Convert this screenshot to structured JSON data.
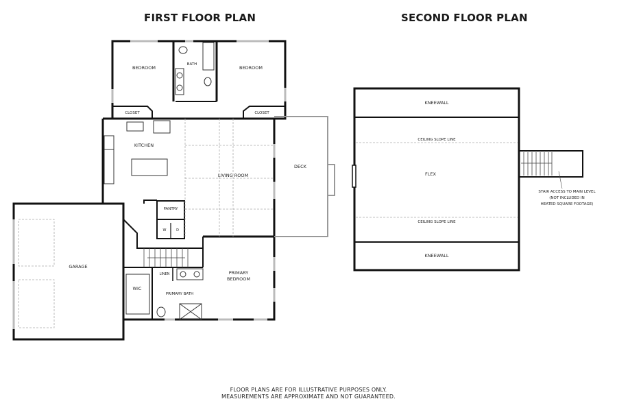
{
  "titles": {
    "first_floor": "FIRST FLOOR PLAN",
    "second_floor": "SECOND FLOOR PLAN"
  },
  "first_floor": {
    "rooms": {
      "bedroom_left": "BEDROOM",
      "bath": "BATH",
      "bedroom_right": "BEDROOM",
      "closet_left": "CLOSET",
      "closet_right": "CLOSET",
      "kitchen": "KITCHEN",
      "living_room": "LIVING ROOM",
      "deck": "DECK",
      "pantry": "PANTRY",
      "washer": "W",
      "dryer": "D",
      "garage": "GARAGE",
      "wic": "WIC",
      "linen": "LINEN",
      "primary_bath": "PRIMARY BATH",
      "primary_bedroom_line1": "PRIMARY",
      "primary_bedroom_line2": "BEDROOM"
    }
  },
  "second_floor": {
    "rooms": {
      "kneewall_top": "KNEEWALL",
      "ceiling_slope_top": "CEILING SLOPE LINE",
      "flex": "FLEX",
      "ceiling_slope_bottom": "CEILING SLOPE LINE",
      "kneewall_bottom": "KNEEWALL"
    },
    "stair_note": {
      "line1": "STAIR ACCESS TO MAIN LEVEL",
      "line2": "(NOT INCLUDED IN",
      "line3": "HEATED SQUARE FOOTAGE)"
    }
  },
  "disclaimer": {
    "line1": "FLOOR PLANS ARE FOR ILLUSTRATIVE PURPOSES ONLY.",
    "line2": "MEASUREMENTS ARE APPROXIMATE AND NOT GUARANTEED."
  },
  "colors": {
    "wall": "#111111",
    "window": "#bbbbbb",
    "dashed": "#aaaaaa"
  }
}
